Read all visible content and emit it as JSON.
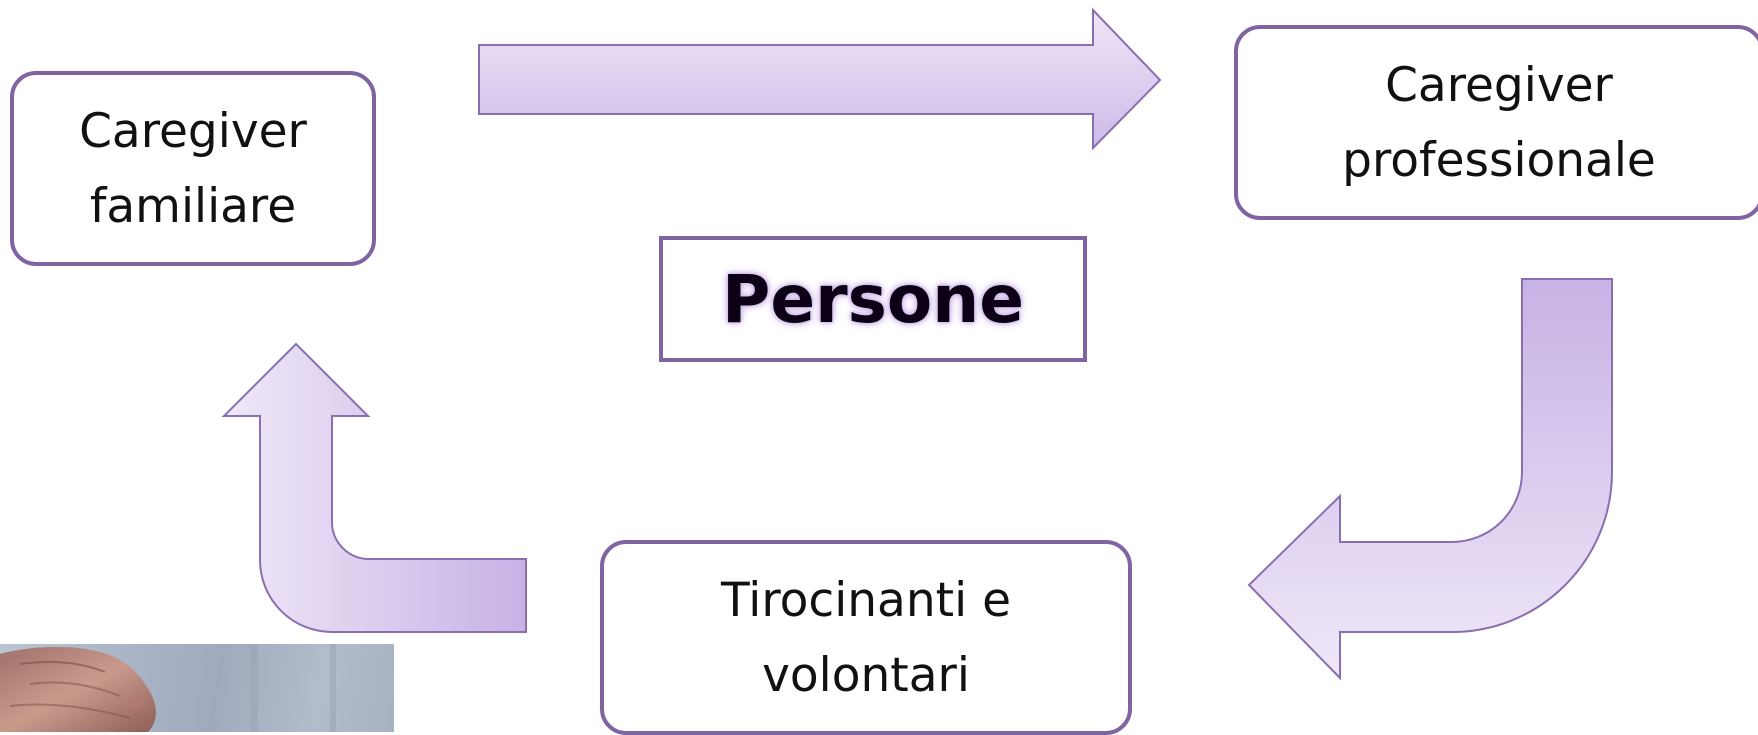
{
  "diagram": {
    "center_label": "Persone",
    "nodes": {
      "caregiver_familiare": {
        "line1": "Caregiver",
        "line2": "familiare"
      },
      "caregiver_professionale": {
        "line1": "Caregiver",
        "line2": "professionale"
      },
      "tirocinanti_volontari": {
        "line1": "Tirocinanti e",
        "line2": "volontari"
      }
    },
    "colors": {
      "border": "#8064a2",
      "arrow_light": "#eee6f7",
      "arrow_dark": "#c8b4e6",
      "text": "#111111"
    }
  },
  "photo": {
    "subject": "elderly-hand"
  }
}
